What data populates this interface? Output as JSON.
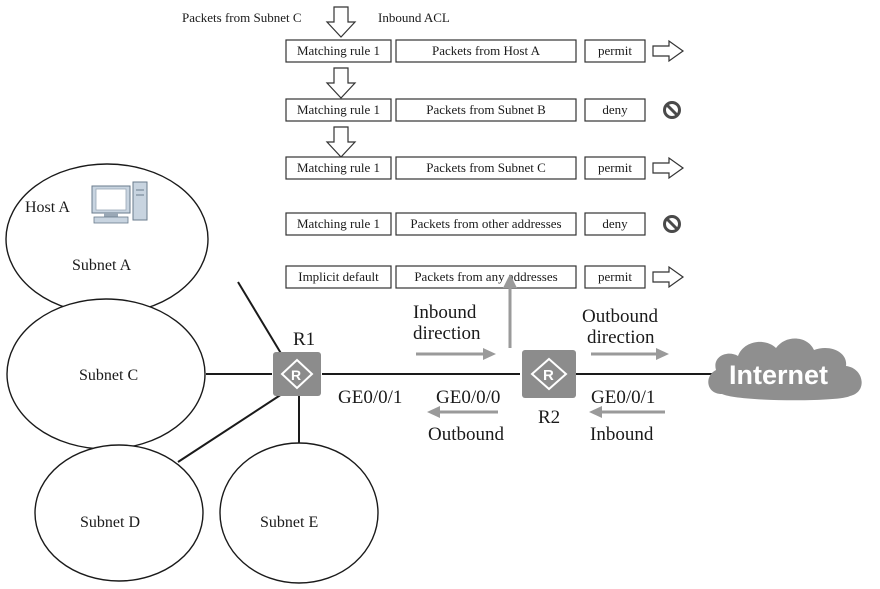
{
  "header": {
    "packets_from": "Packets from Subnet C",
    "inbound_acl": "Inbound ACL"
  },
  "rules": [
    {
      "rule": "Matching rule 1",
      "packets": "Packets from Host A",
      "action": "permit",
      "result": "permit"
    },
    {
      "rule": "Matching rule 1",
      "packets": "Packets from Subnet B",
      "action": "deny",
      "result": "deny"
    },
    {
      "rule": "Matching rule 1",
      "packets": "Packets from Subnet C",
      "action": "permit",
      "result": "permit"
    },
    {
      "rule": "Matching rule 1",
      "packets": "Packets from other addresses",
      "action": "deny",
      "result": "deny"
    },
    {
      "rule": "Implicit default",
      "packets": "Packets from any addresses",
      "action": "permit",
      "result": "permit"
    }
  ],
  "host": {
    "label": "Host A",
    "icon": "computer-icon"
  },
  "subnets": {
    "a": "Subnet A",
    "c": "Subnet C",
    "d": "Subnet D",
    "e": "Subnet E"
  },
  "routers": {
    "r1": "R1",
    "r2": "R2",
    "icon": "router-icon"
  },
  "interfaces": {
    "r1_port": "GE0/0/1",
    "r2_left_port": "GE0/0/0",
    "r2_right_port": "GE0/0/1"
  },
  "directions": {
    "inbound_direction_line1": "Inbound",
    "inbound_direction_line2": "direction",
    "outbound_direction_line1": "Outbound",
    "outbound_direction_line2": "direction",
    "outbound": "Outbound",
    "inbound": "Inbound"
  },
  "internet": "Internet",
  "colors": {
    "router": "#8c8c8c",
    "cloud": "#8f8f8f",
    "direction_arrow": "#9a9a9a"
  }
}
